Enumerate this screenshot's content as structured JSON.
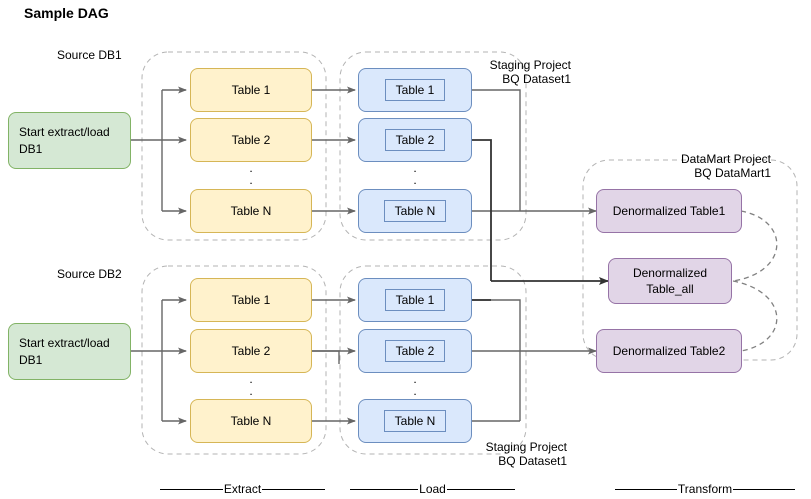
{
  "title": "Sample DAG",
  "group_labels": {
    "source_db1": "Source DB1",
    "source_db2": "Source DB2",
    "staging_top_line1": "Staging Project",
    "staging_top_line2": "BQ Dataset1",
    "staging_bottom_line1": "Staging Project",
    "staging_bottom_line2": "BQ Dataset1",
    "datamart_line1": "DataMart Project",
    "datamart_line2": "BQ DataMart1"
  },
  "start_nodes": [
    {
      "line1": "Start extract/load",
      "line2": "DB1"
    },
    {
      "line1": "Start extract/load",
      "line2": "DB1"
    }
  ],
  "extract_top": [
    "Table 1",
    "Table 2",
    "Table N"
  ],
  "extract_bottom": [
    "Table 1",
    "Table 2",
    "Table N"
  ],
  "load_top": [
    "Table 1",
    "Table 2",
    "Table N"
  ],
  "load_bottom": [
    "Table 1",
    "Table 2",
    "Table N"
  ],
  "transform": [
    {
      "line1": "Denormalized Table1",
      "line2": ""
    },
    {
      "line1": "Denormalized",
      "line2": "Table_all"
    },
    {
      "line1": "Denormalized Table2",
      "line2": ""
    }
  ],
  "phases": [
    {
      "label": "Extract"
    },
    {
      "label": "Load"
    },
    {
      "label": "Transform"
    }
  ],
  "dots": {
    "glyph": "."
  },
  "colors": {
    "yellow_fill": "#fff2cc",
    "yellow_stroke": "#d6b656",
    "blue_fill": "#dae8fc",
    "blue_stroke": "#6c8ebf",
    "green_fill": "#d5e8d4",
    "green_stroke": "#82b366",
    "purple_fill": "#e1d5e7",
    "purple_stroke": "#9673a6",
    "edge": "#666666",
    "edge_dark": "#333333",
    "container_dash": "#b3b3b3"
  }
}
